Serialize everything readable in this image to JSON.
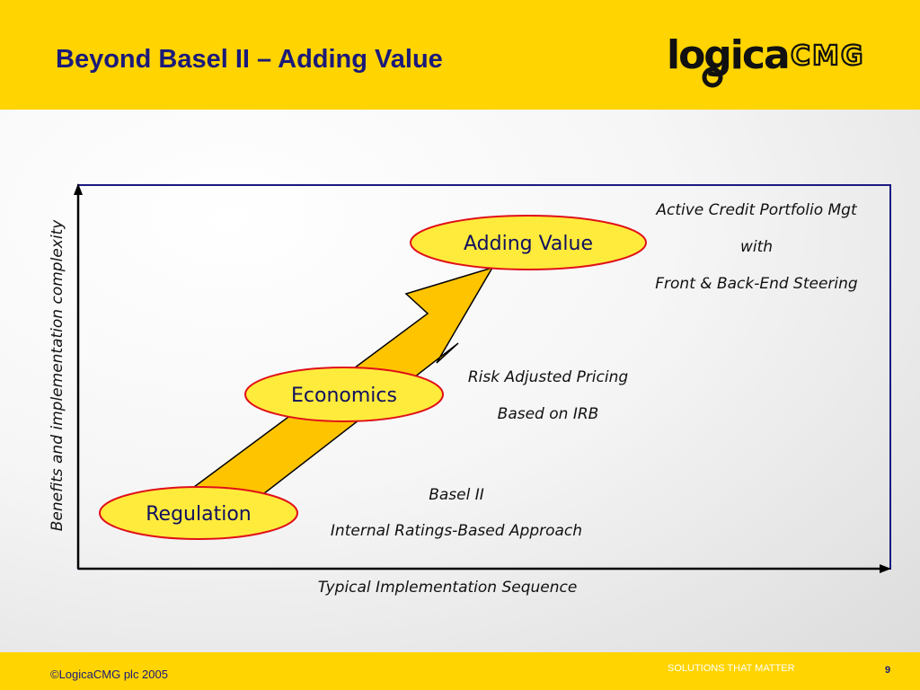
{
  "header": {
    "title": "Beyond Basel II – Adding Value",
    "logo_text": "logicaCMG",
    "logo_left": "logica",
    "logo_right": "CMG"
  },
  "diagram": {
    "y_axis_label": "Benefits and implementation complexity",
    "x_axis_label": "Typical Implementation Sequence",
    "stages": [
      {
        "label": "Regulation",
        "notes": [
          "Basel II",
          "Internal Ratings-Based Approach"
        ]
      },
      {
        "label": "Economics",
        "notes": [
          "Risk Adjusted Pricing",
          "Based on IRB"
        ]
      },
      {
        "label": "Adding Value",
        "notes": [
          "Active Credit Portfolio Mgt",
          "with",
          "Front & Back-End Steering"
        ]
      }
    ]
  },
  "footer": {
    "copyright": "©LogicaCMG plc 2005",
    "tagline": "SOLUTIONS THAT MATTER",
    "page_number": "9"
  },
  "colors": {
    "brand_yellow": "#ffd400",
    "title_navy": "#1a1a7a",
    "frame_navy": "#1a1a80",
    "bubble_fill": "#ffeb3b",
    "bubble_border": "#e0101a",
    "arrow_fill": "#ffc400"
  }
}
